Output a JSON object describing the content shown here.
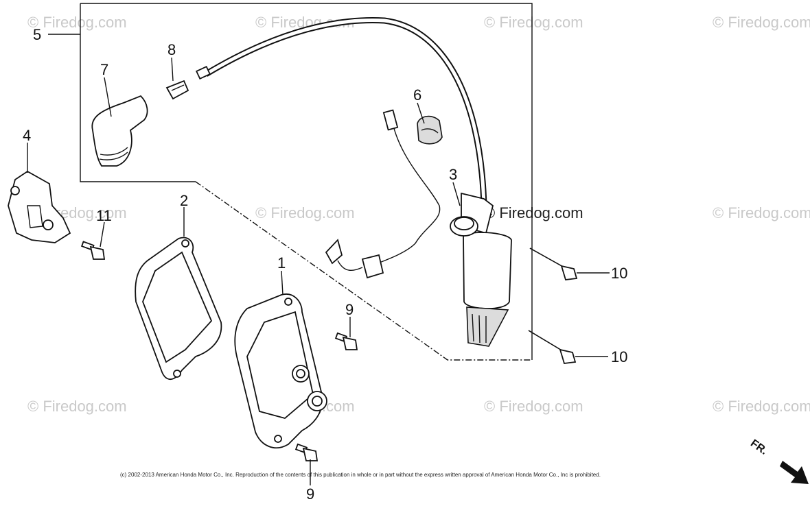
{
  "watermark": "© Firedog.com",
  "copyright": "(c) 2002-2013 American Honda Motor Co., Inc. Reproduction of the contents of this publication in whole or in part without the express written approval of American Honda Motor Co., Inc is prohibited.",
  "direction_label": "FR.",
  "callouts": {
    "n1": "1",
    "n2": "2",
    "n3": "3",
    "n4": "4",
    "n5": "5",
    "n6": "6",
    "n7": "7",
    "n8": "8",
    "n9a": "9",
    "n9b": "9",
    "n10a": "10",
    "n10b": "10",
    "n11": "11"
  }
}
